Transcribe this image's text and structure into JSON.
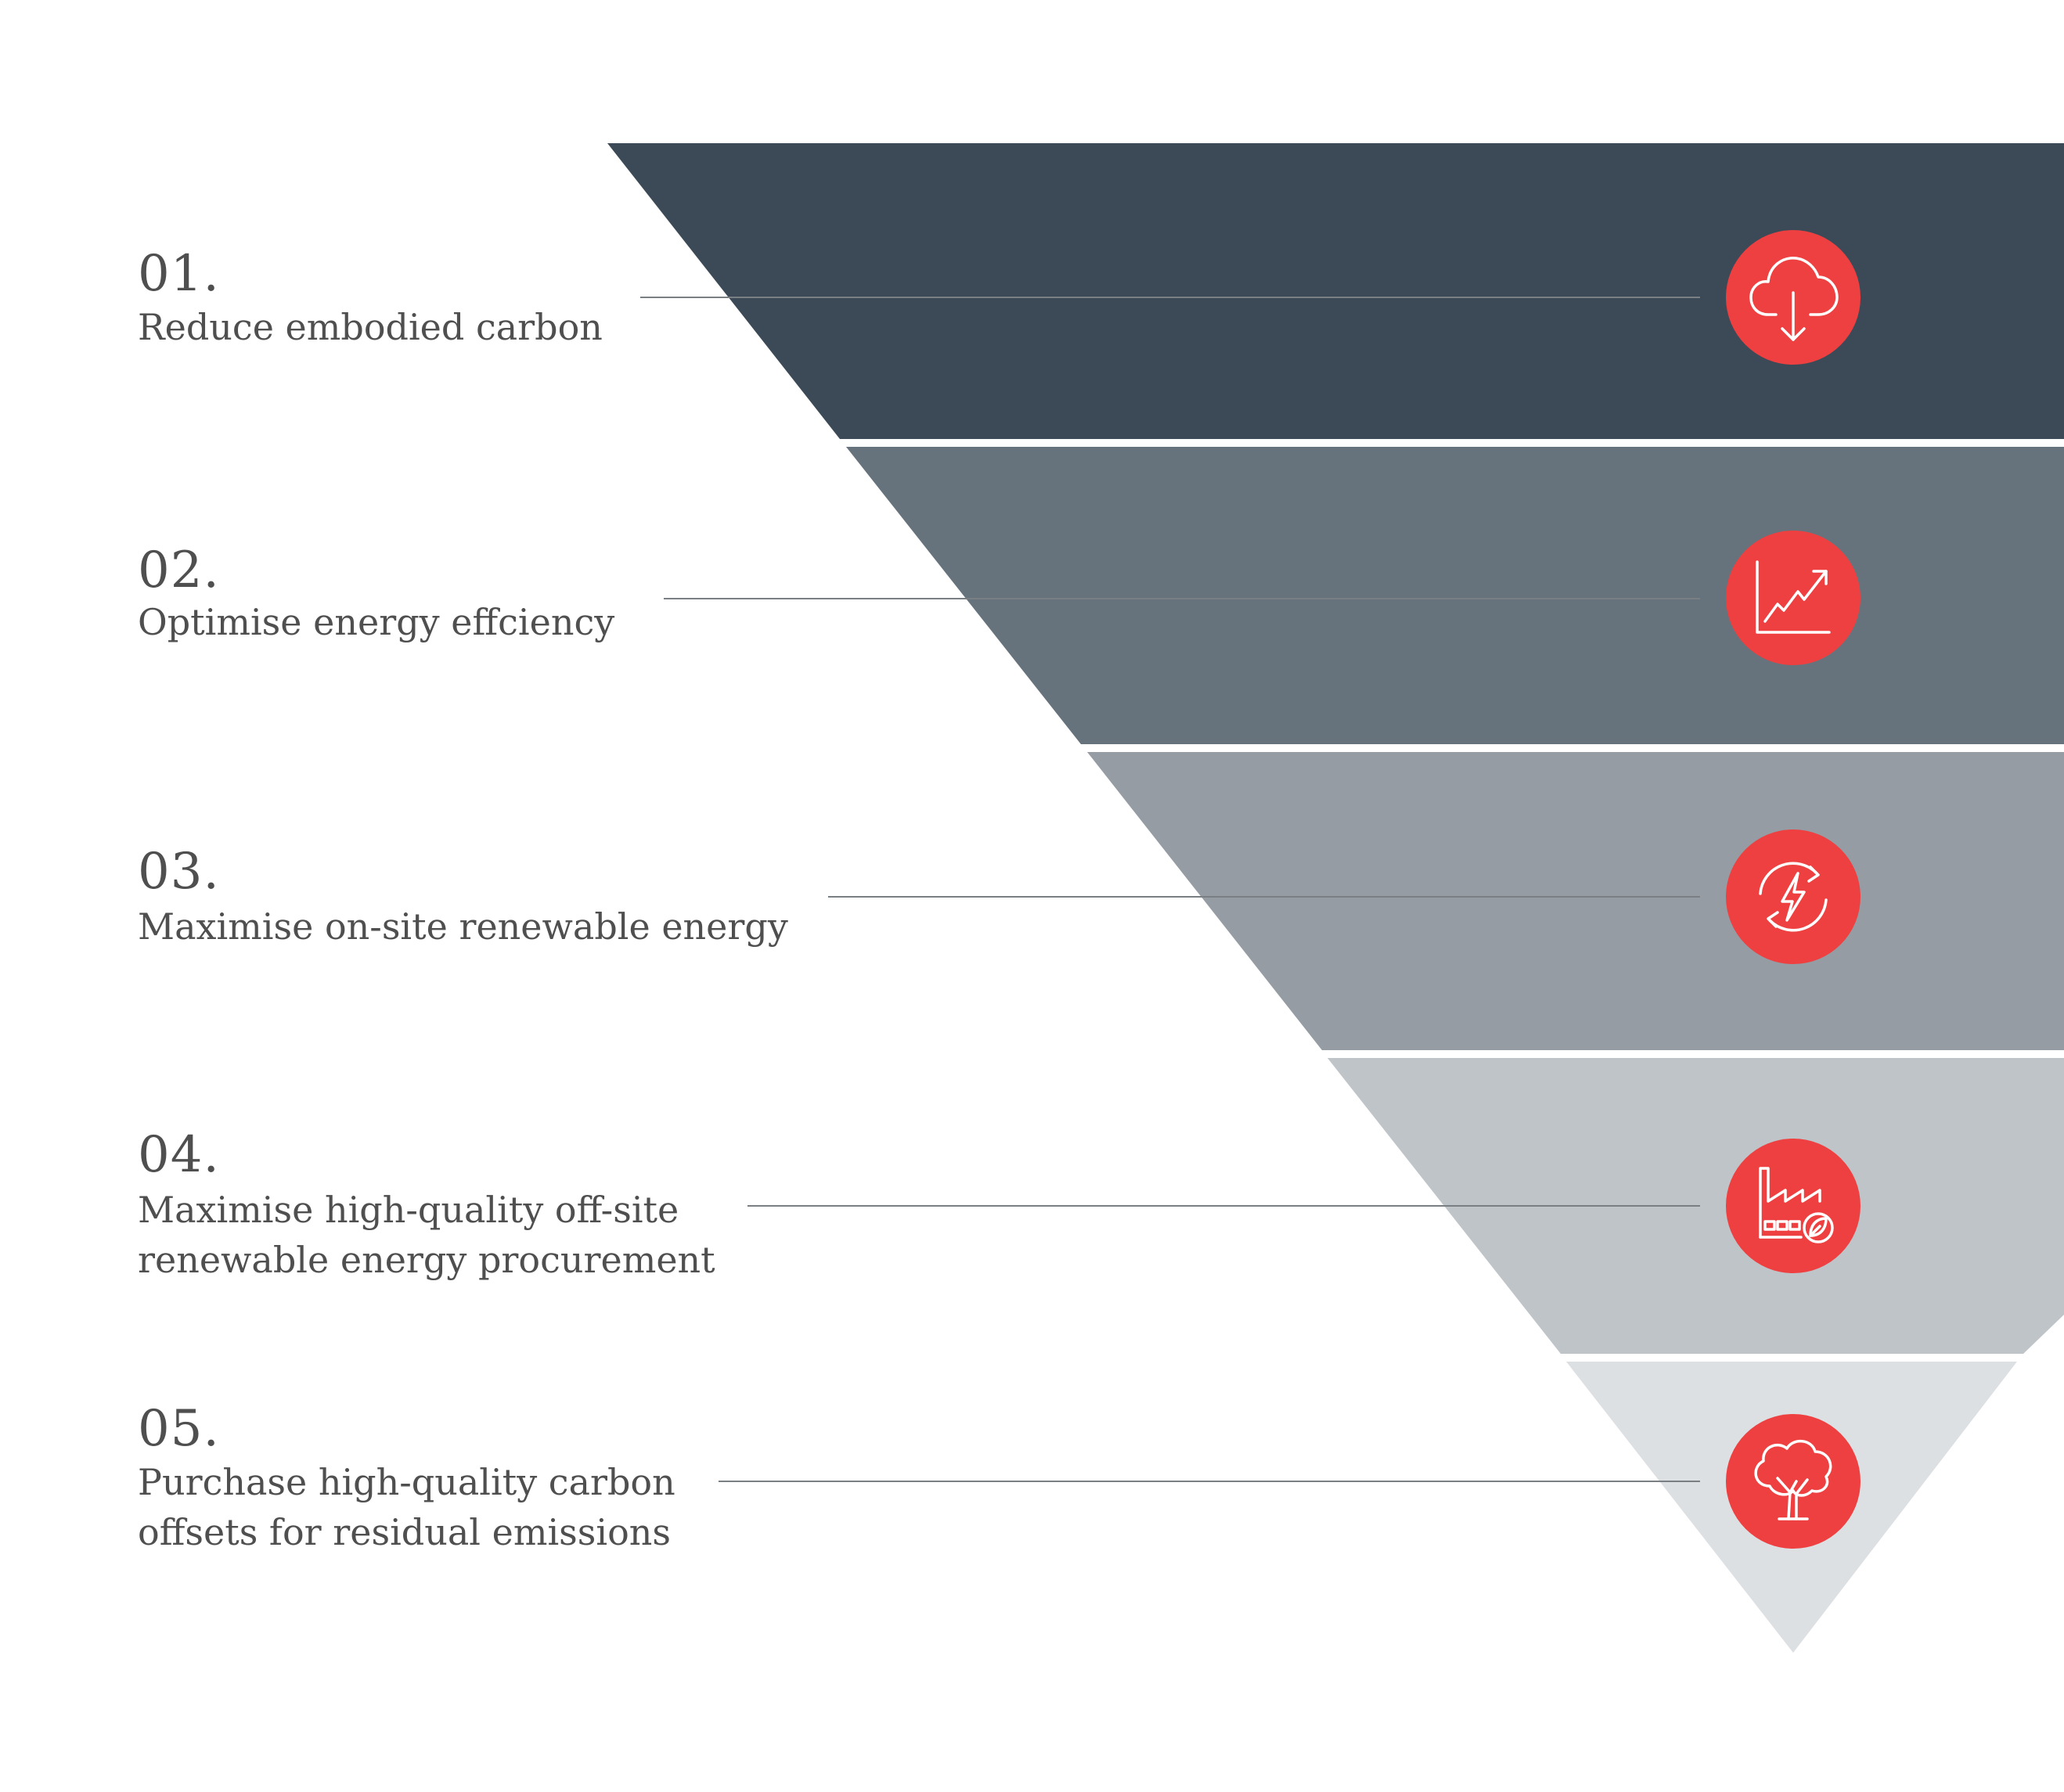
{
  "colors": {
    "tier1": "#3c4a57",
    "tier2": "#67737c",
    "tier3": "#959ca3",
    "tier4": "#bfc4c8",
    "tier5": "#dde0e3",
    "accent": "#ee4040",
    "icon_stroke": "#ffffff",
    "leader_line": "#7a7f84",
    "text": "#4f4f4f"
  },
  "steps": [
    {
      "number": "01.",
      "label": "Reduce embodied carbon",
      "icon": "cloud-download-icon"
    },
    {
      "number": "02.",
      "label": "Optimise energy effciency",
      "icon": "growth-chart-icon"
    },
    {
      "number": "03.",
      "label": "Maximise on-site renewable energy",
      "icon": "renewable-energy-cycle-icon"
    },
    {
      "number": "04.",
      "label": "Maximise high-quality off-site\nrenewable energy procurement",
      "icon": "factory-leaf-icon"
    },
    {
      "number": "05.",
      "label": "Purchase high-quality carbon\noffsets for residual emissions",
      "icon": "tree-icon"
    }
  ]
}
